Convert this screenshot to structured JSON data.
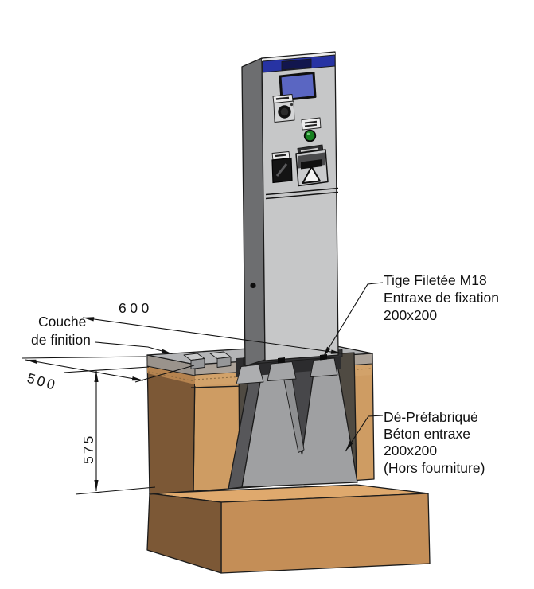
{
  "diagram": {
    "dimensions": {
      "width": "600",
      "depth": "500",
      "height": "575"
    },
    "labels": {
      "finishing_layer": {
        "line1": "Couche",
        "line2": "de finition"
      },
      "threaded_rod": {
        "line1": "Tige Filetée M18",
        "line2": "Entraxe de fixation",
        "line3": "200x200"
      },
      "precast_block": {
        "line1": "Dé-Préfabriqué",
        "line2": "Béton entraxe",
        "line3": "200x200",
        "line4": "(Hors fourniture)"
      }
    },
    "colors": {
      "machine_front": "#C6C7C8",
      "machine_side": "#6D6E70",
      "band_blue": "#2733A3",
      "logo_navy": "#12164E",
      "screen_blue": "#5A66C2",
      "led_green": "#15801F",
      "earth_top": "#DFA96D",
      "earth_face_light": "#CE9C63",
      "earth_face_front": "#C48E57",
      "earth_dark": "#7C5836",
      "sand": "#D2A26A",
      "finishing_gray": "#B3B4B6",
      "concrete_light": "#9FA0A2",
      "concrete_dark": "#57575A",
      "pit_shadow": "#4F4A42",
      "notch_dark": "#47474A",
      "notch_light": "#8E8F91"
    }
  }
}
